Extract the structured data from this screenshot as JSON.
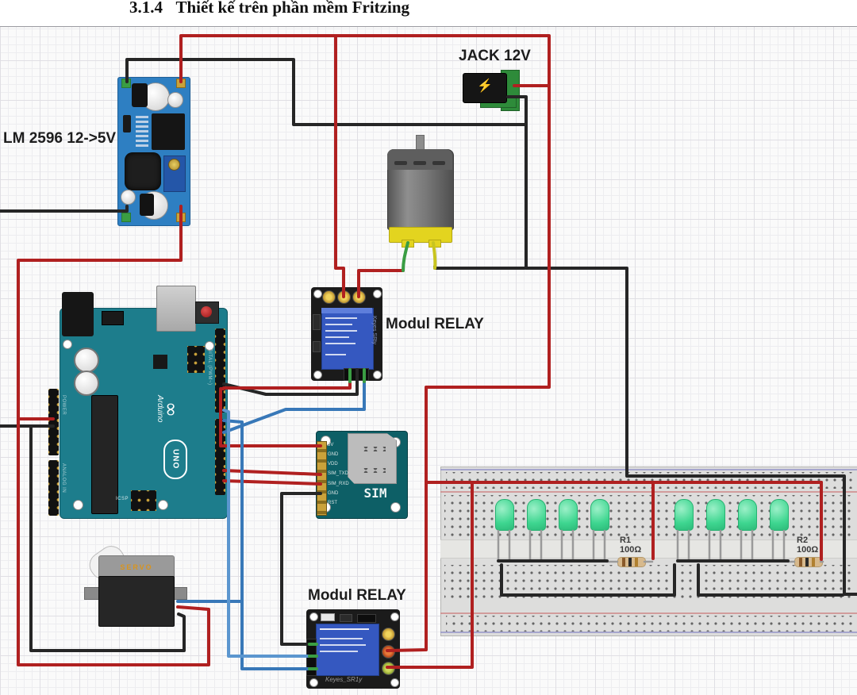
{
  "title": {
    "number": "3.1.4",
    "text": "Thiết kế trên phần mềm Fritzing"
  },
  "labels": {
    "lm2596": "LM 2596 12->5V",
    "jack": "JACK 12V",
    "relay1": "Modul RELAY",
    "relay2": "Modul RELAY"
  },
  "arduino": {
    "brand": "Arduino",
    "model": "UNO",
    "logo": "∞",
    "icsp": "ICSP",
    "digital": "DIGITAL (PWM~)",
    "analog": "ANALOG IN",
    "power": "POWER"
  },
  "sim": {
    "title": "SIM",
    "pins": [
      "5V",
      "GND",
      "VDD",
      "SIM_TXD",
      "SIM_RXD",
      "GND",
      "RST"
    ]
  },
  "relays": {
    "relay1_brand": "Keyes SRly",
    "relay2_brand": "Keyes_SR1y"
  },
  "servo": {
    "brand": "SERVO"
  },
  "jack": {
    "bolt_icon": "⚡"
  },
  "breadboard": {
    "r1": {
      "name": "R1",
      "value": "100Ω"
    },
    "r2": {
      "name": "R2",
      "value": "100Ω"
    },
    "led_count": 8,
    "led_color": "green"
  },
  "colors": {
    "wire_red": "#b02020",
    "wire_black": "#262626",
    "wire_blue": "#3878b8",
    "wire_blue_light": "#5b96cf",
    "wire_green": "#3a9d43",
    "wire_yellow": "#c8c41f",
    "lead_gray": "#9a9a9a",
    "arduino_teal": "#1d7d8c",
    "pcb_blue": "#2e7fc2",
    "relay_blue": "#3558c0",
    "sim_teal": "#0d5f66",
    "led_green": "#42d98f",
    "jack_green": "#2e8b3a",
    "motor_yellow": "#e3d41f",
    "breadboard_gray": "#dddddc"
  }
}
